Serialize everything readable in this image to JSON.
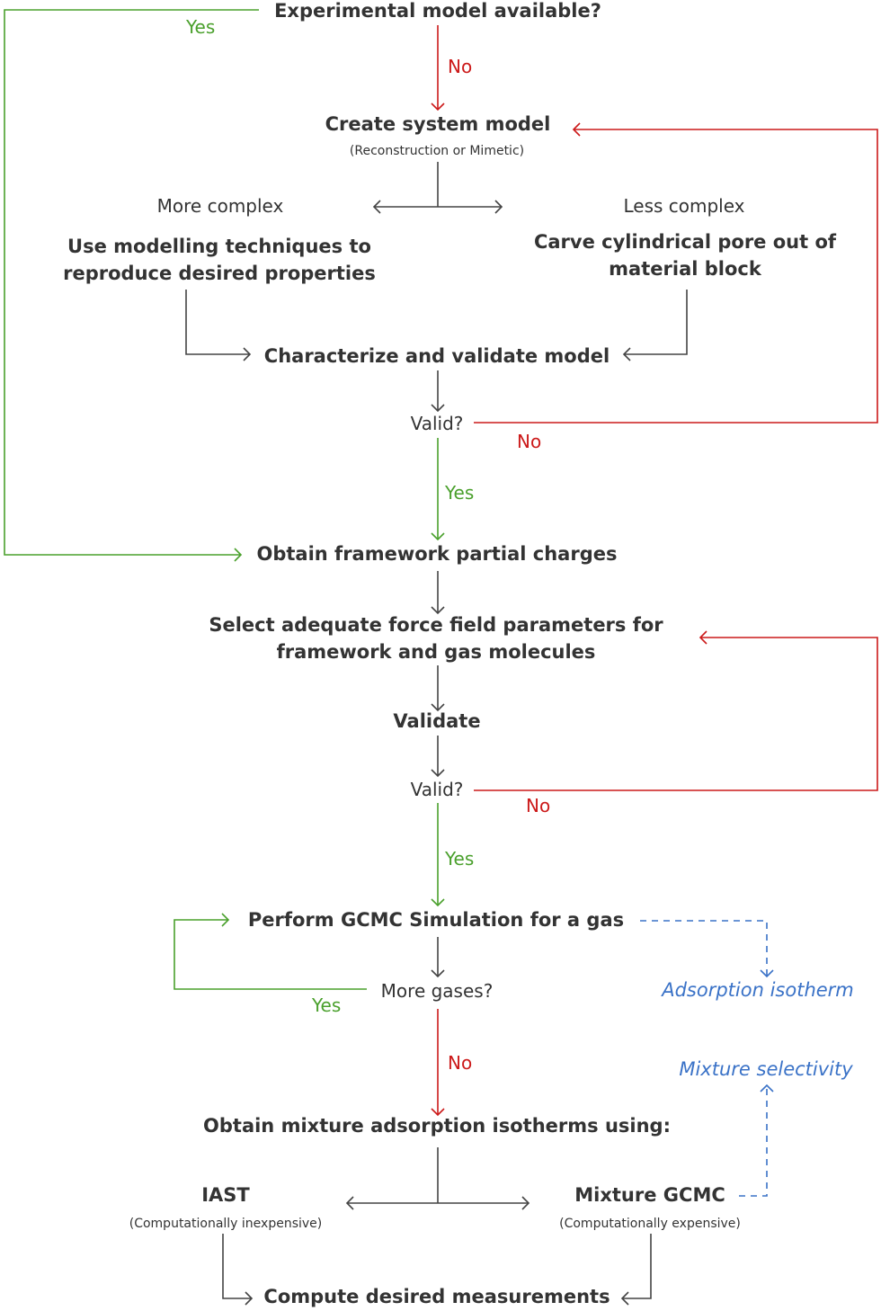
{
  "nodes": {
    "experimental_model": "Experimental model available?",
    "create_model": "Create system model",
    "create_model_sub": "(Reconstruction or Mimetic)",
    "more_complex": "More complex",
    "less_complex": "Less complex",
    "modelling_line1": "Use modelling techniques to",
    "modelling_line2": "reproduce desired properties",
    "carve_line1": "Carve cylindrical pore out of",
    "carve_line2": "material block",
    "characterize": "Characterize and validate model",
    "valid1": "Valid?",
    "partial_charges": "Obtain framework partial charges",
    "force_field_line1": "Select adequate force field parameters for",
    "force_field_line2": "framework and gas molecules",
    "validate": "Validate",
    "valid2": "Valid?",
    "gcmc": "Perform GCMC Simulation for a gas",
    "more_gases": "More gases?",
    "adsorption_isotherm": "Adsorption isotherm",
    "mixture_selectivity": "Mixture selectivity",
    "mixture_isotherms": "Obtain mixture adsorption isotherms using:",
    "iast": "IAST",
    "iast_sub": "(Computationally inexpensive)",
    "mixture_gcmc": "Mixture GCMC",
    "mixture_gcmc_sub": "(Computationally expensive)",
    "compute": "Compute desired measurements"
  },
  "edge_labels": {
    "yes_experimental": "Yes",
    "no_experimental": "No",
    "yes_valid1": "Yes",
    "no_valid1": "No",
    "yes_valid2": "Yes",
    "no_valid2": "No",
    "yes_more_gases": "Yes",
    "no_more_gases": "No"
  },
  "colors": {
    "text": "#333333",
    "yes": "#4aa02c",
    "no": "#cc1a1a",
    "output": "#3a72c7",
    "arrow": "#444444"
  }
}
